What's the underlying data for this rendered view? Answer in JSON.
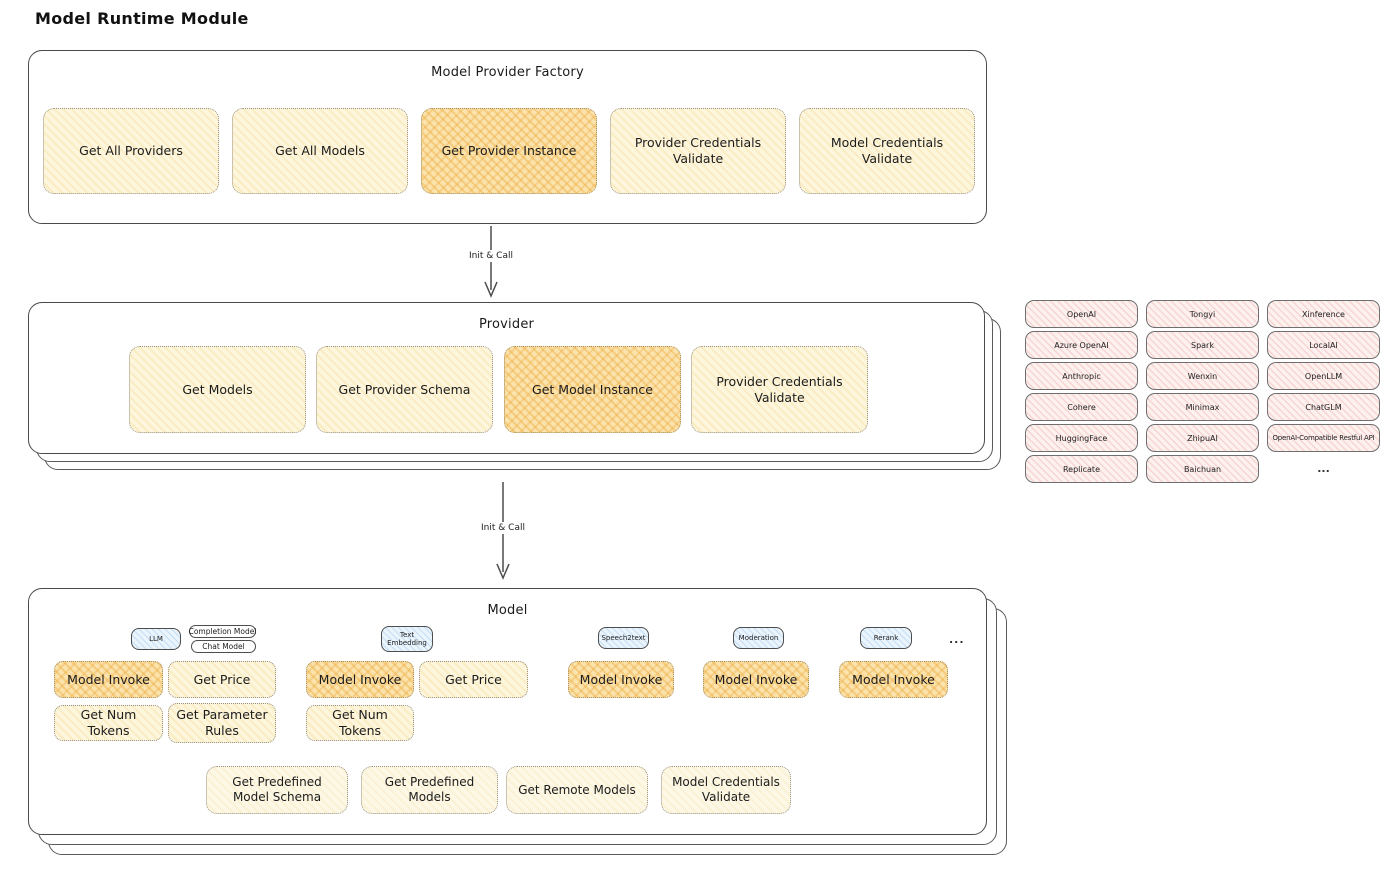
{
  "page_title": "Model Runtime Module",
  "factory": {
    "title": "Model Provider Factory",
    "ops": [
      "Get All Providers",
      "Get All Models",
      "Get Provider Instance",
      "Provider Credentials Validate",
      "Model Credentials Validate"
    ]
  },
  "arrow1_label": "Init & Call",
  "arrow2_label": "Init & Call",
  "provider": {
    "title": "Provider",
    "ops": [
      "Get Models",
      "Get Provider Schema",
      "Get Model Instance",
      "Provider Credentials Validate"
    ]
  },
  "providers": {
    "columns": [
      [
        "OpenAI",
        "Azure OpenAI",
        "Anthropic",
        "Cohere",
        "HuggingFace",
        "Replicate"
      ],
      [
        "Tongyi",
        "Spark",
        "Wenxin",
        "Minimax",
        "ZhipuAI",
        "Baichuan"
      ],
      [
        "Xinference",
        "LocalAI",
        "OpenLLM",
        "ChatGLM",
        "OpenAI-Compatible Restful API",
        "..."
      ]
    ]
  },
  "model": {
    "title": "Model",
    "types": [
      "LLM",
      "Text Embedding",
      "Speech2text",
      "Moderation",
      "Rerank"
    ],
    "llm_subtypes": [
      "Completion Model",
      "Chat Model"
    ],
    "ellipsis": "...",
    "ops": {
      "model_invoke": "Model Invoke",
      "get_price": "Get Price",
      "get_num_tokens": "Get Num Tokens",
      "get_parameter_rules": "Get Parameter Rules"
    },
    "bottom_ops": [
      "Get Predefined Model Schema",
      "Get Predefined Models",
      "Get Remote Models",
      "Model Credentials Validate"
    ]
  },
  "colors": {
    "highlight_orange": "#f3c14f",
    "light_yellow": "#fdf5dc",
    "provider_pink": "#fbdedb",
    "type_blue": "#d9eafa"
  }
}
